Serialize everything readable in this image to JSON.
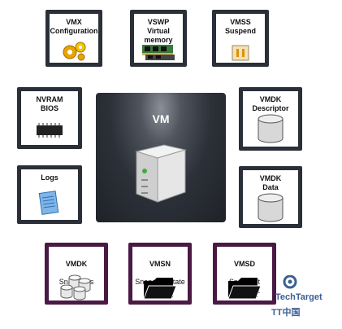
{
  "center": {
    "label": "VM"
  },
  "boxes": {
    "vmx": {
      "label": "VMX\nConfiguration",
      "icon": "gears-icon"
    },
    "vswp": {
      "label": "VSWP\nVirtual memory",
      "icon": "memory-module-icon"
    },
    "vmss": {
      "label": "VMSS\nSuspend",
      "icon": "pause-icon"
    },
    "nvram": {
      "label": "NVRAM\nBIOS",
      "icon": "chip-icon"
    },
    "logs": {
      "label": "Logs",
      "icon": "notepad-icon"
    },
    "vmdk_descriptor": {
      "label": "VMDK\nDescriptor",
      "icon": "disk-cylinder-icon"
    },
    "vmdk_data": {
      "label": "VMDK\nData",
      "icon": "disk-cylinder-icon"
    },
    "vmdk_snapshots": {
      "title": "VMDK",
      "subtitle": "Snapshots",
      "icon": "disk-stack-icon"
    },
    "vmsn": {
      "title": "VMSN",
      "subtitle": "Snapshot State",
      "icon": "folder-icon"
    },
    "vmsd": {
      "title": "VMSD",
      "subtitle": "Snapshot Metadata",
      "icon": "folder-icon"
    }
  },
  "watermark": {
    "line1": "TechTarget",
    "line2": "TT中国"
  },
  "colors": {
    "dark_border": "#2a2f38",
    "purple_border": "#4a1a44",
    "vm_bg": "#2c3038"
  }
}
